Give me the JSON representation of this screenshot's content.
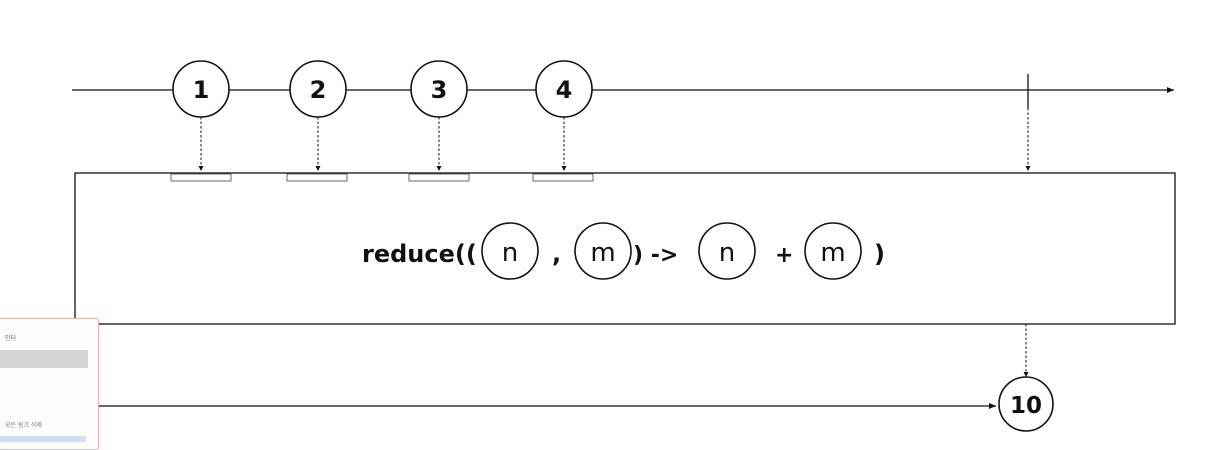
{
  "source": {
    "items": [
      {
        "label": "1"
      },
      {
        "label": "2"
      },
      {
        "label": "3"
      },
      {
        "label": "4"
      }
    ]
  },
  "operator": {
    "prefix": "reduce((",
    "param1": "n",
    "comma": ",",
    "param2": "m",
    "arrow": ") ->",
    "result1": "n",
    "plus": "+",
    "result2": "m",
    "suffix": ")"
  },
  "result": {
    "items": [
      {
        "label": "10"
      }
    ]
  },
  "side_panel": {
    "label": "인터",
    "link": "모든 링크 삭제"
  }
}
